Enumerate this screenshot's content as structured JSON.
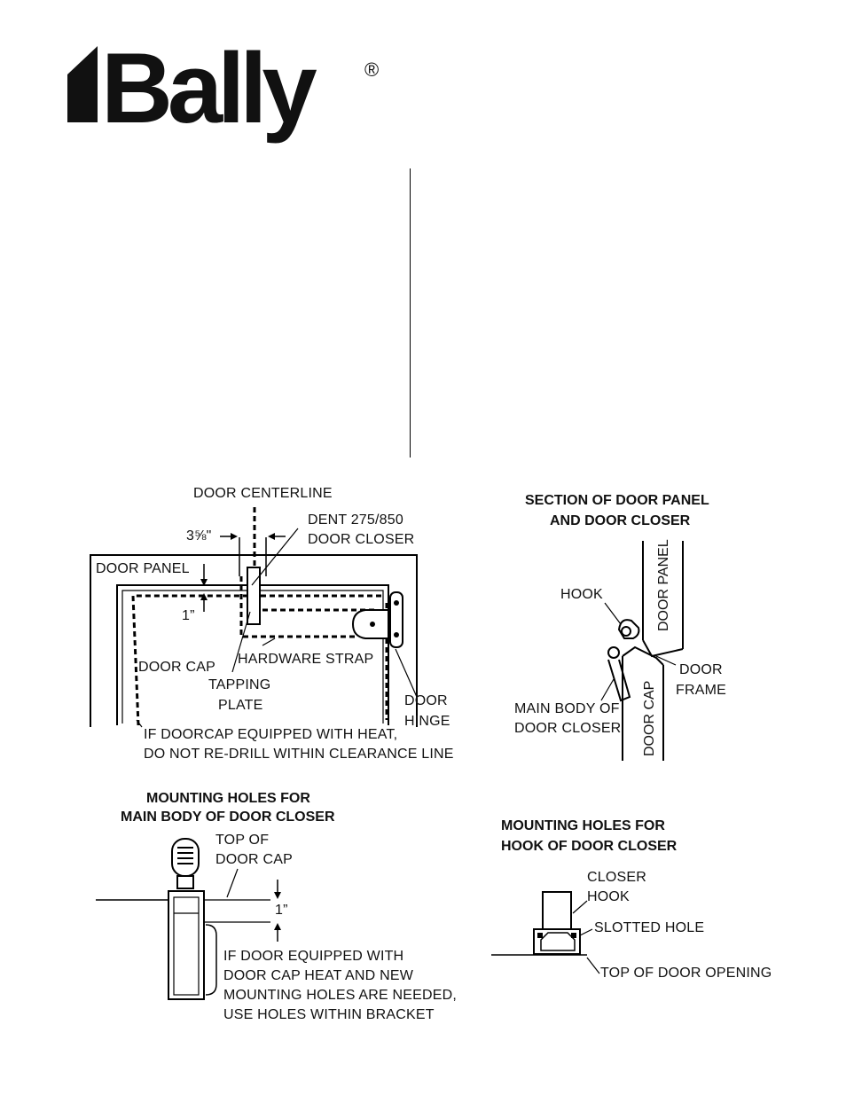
{
  "brand": {
    "name": "Bally",
    "trademark": "®"
  },
  "figure1": {
    "labels": {
      "door_centerline": "DOOR CENTERLINE",
      "offset": "3⅝\"",
      "closer_line1": "DENT 275/850",
      "closer_line2": "DOOR CLOSER",
      "door_panel": "DOOR PANEL",
      "one_inch": "1”",
      "door_cap": "DOOR CAP",
      "hardware_strap": "HARDWARE STRAP",
      "tapping_line1": "TAPPING",
      "tapping_line2": "PLATE",
      "hinge_line1": "DOOR",
      "hinge_line2": "HINGE",
      "heat_line1": "IF DOORCAP EQUIPPED WITH HEAT,",
      "heat_line2": "DO NOT RE-DRILL WITHIN CLEARANCE LINE"
    }
  },
  "figure2": {
    "title_line1": "SECTION OF DOOR PANEL",
    "title_line2": "AND DOOR CLOSER",
    "labels": {
      "door_panel": "DOOR PANEL",
      "hook": "HOOK",
      "door_line1": "DOOR",
      "door_line2": "FRAME",
      "main_line1": "MAIN BODY OF",
      "main_line2": "DOOR CLOSER",
      "door_cap": "DOOR CAP"
    }
  },
  "figure3": {
    "title_line1": "MOUNTING HOLES FOR",
    "title_line2": "MAIN BODY OF DOOR CLOSER",
    "labels": {
      "top_line1": "TOP OF",
      "top_line2": "DOOR CAP",
      "one_inch": "1”",
      "note_line1": "IF DOOR EQUIPPED WITH",
      "note_line2": "DOOR CAP HEAT AND NEW",
      "note_line3": "MOUNTING HOLES ARE NEEDED,",
      "note_line4": "USE HOLES WITHIN BRACKET"
    }
  },
  "figure4": {
    "title_line1": "MOUNTING HOLES FOR",
    "title_line2": "HOOK OF DOOR CLOSER",
    "labels": {
      "closer_line1": "CLOSER",
      "closer_line2": "HOOK",
      "slotted": "SLOTTED HOLE",
      "top_opening": "TOP OF DOOR OPENING"
    }
  }
}
